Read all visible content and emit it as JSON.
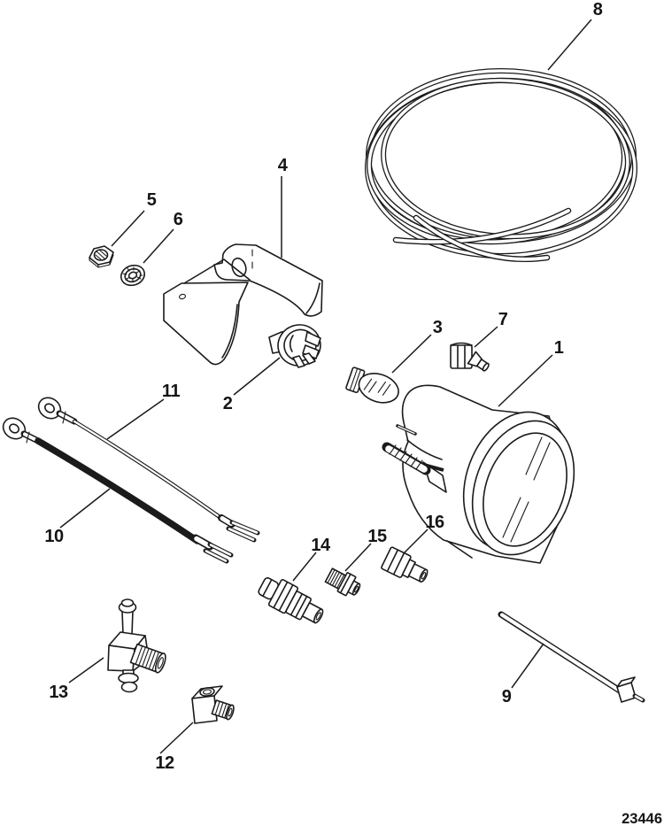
{
  "figure": {
    "drawing_number": "23446",
    "callouts": {
      "c1": "1",
      "c2": "2",
      "c3": "3",
      "c4": "4",
      "c5": "5",
      "c6": "6",
      "c7": "7",
      "c8": "8",
      "c9": "9",
      "c10": "10",
      "c11": "11",
      "c12": "12",
      "c13": "13",
      "c14": "14",
      "c15": "15",
      "c16": "16"
    }
  }
}
